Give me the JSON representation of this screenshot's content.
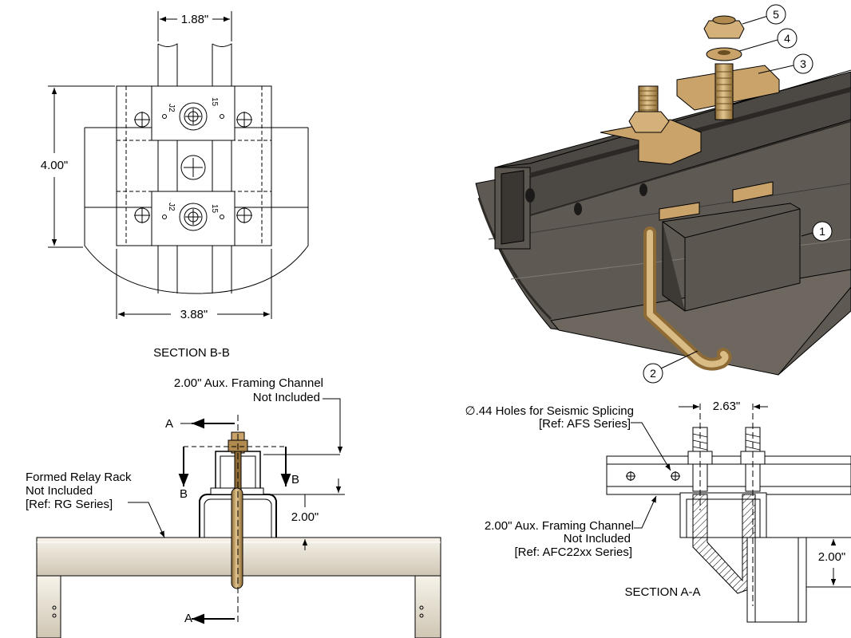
{
  "section_bb": {
    "title": "SECTION B-B",
    "dim_top": "1.88\"",
    "dim_left": "4.00\"",
    "dim_bottom": "3.88\"",
    "bolt_marks": [
      "J2",
      "15",
      "J2",
      "15"
    ]
  },
  "isometric": {
    "balloons": [
      "1",
      "2",
      "3",
      "4",
      "5"
    ]
  },
  "front_view": {
    "aux_channel_note": [
      "2.00\"  Aux. Framing Channel",
      "Not Included"
    ],
    "relay_rack_note": [
      "Formed Relay Rack",
      "Not Included",
      "[Ref: RG Series]"
    ],
    "dim_height": "2.00\"",
    "section_letter_a_top": "A",
    "section_letter_a_bottom": "A",
    "section_letter_b_left": "B",
    "section_letter_b_right": "B"
  },
  "section_aa": {
    "title": "SECTION A-A",
    "holes_note": [
      "∅.44 Holes for Seismic Splicing",
      "[Ref: AFS Series]"
    ],
    "aux_channel_note": [
      "2.00\" Aux. Framing Channel",
      "Not Included",
      "[Ref: AFC22xx Series]"
    ],
    "dim_spacing": "2.63\"",
    "dim_height": "2.00\""
  },
  "colors": {
    "line": "#000000",
    "steel": "#55504a",
    "steel_dark": "#3b3834",
    "steel_light": "#8a857c",
    "bronze": "#c9a36a",
    "bronze_dark": "#8e6b34",
    "rack_fill": "#ede6d8"
  }
}
